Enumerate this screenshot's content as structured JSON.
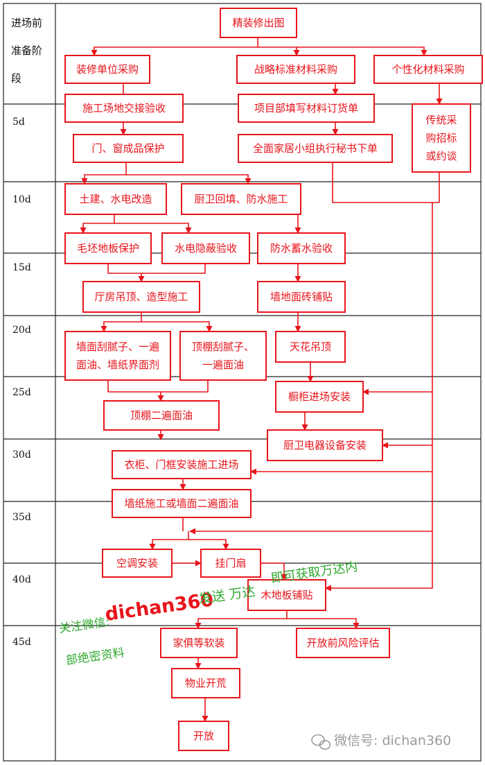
{
  "stages": [
    {
      "id": "prep",
      "label_lines": [
        "进场前",
        "准备阶",
        "段"
      ]
    },
    {
      "id": "d5",
      "label": "5d"
    },
    {
      "id": "d10",
      "label": "10d"
    },
    {
      "id": "d15",
      "label": "15d"
    },
    {
      "id": "d20",
      "label": "20d"
    },
    {
      "id": "d25",
      "label": "25d"
    },
    {
      "id": "d30",
      "label": "30d"
    },
    {
      "id": "d35",
      "label": "35d"
    },
    {
      "id": "d40",
      "label": "40d"
    },
    {
      "id": "d45",
      "label": "45d"
    }
  ],
  "nodes": {
    "n1": [
      "精装修出图"
    ],
    "n2": [
      "装修单位采购"
    ],
    "n3": [
      "战略标准材料采购"
    ],
    "n4": [
      "个性化材料采购"
    ],
    "n5": [
      "施工场地交接验收"
    ],
    "n6": [
      "项目部填写材料订货单"
    ],
    "n7": [
      "传统采",
      "购招标",
      "或约谈"
    ],
    "n8": [
      "门、窗成品保护"
    ],
    "n9": [
      "全面家居小组执行秘书下单"
    ],
    "n10": [
      "土建、水电改造"
    ],
    "n11": [
      "厨卫回填、防水施工"
    ],
    "n12": [
      "毛坯地板保护"
    ],
    "n13": [
      "水电隐蔽验收"
    ],
    "n14": [
      "防水蓄水验收"
    ],
    "n15": [
      "厅房吊顶、造型施工"
    ],
    "n16": [
      "墙地面砖铺贴"
    ],
    "n17": [
      "墙面刮腻子、一遍",
      "面油、墙纸界面剂"
    ],
    "n18": [
      "顶棚刮腻子、",
      "一遍面油"
    ],
    "n19": [
      "天花吊顶"
    ],
    "n20": [
      "橱柜进场安装"
    ],
    "n21": [
      "顶棚二遍面油"
    ],
    "n22": [
      "厨卫电器设备安装"
    ],
    "n23": [
      "衣柜、门框安装施工进场"
    ],
    "n24": [
      "墙纸施工或墙面二遍面油"
    ],
    "n25": [
      "空调安装"
    ],
    "n26": [
      "挂门扇"
    ],
    "n27": [
      "木地板铺贴"
    ],
    "n28": [
      "家俱等软装"
    ],
    "n29": [
      "开放前风险评估"
    ],
    "n30": [
      "物业开荒"
    ],
    "n31": [
      "开放"
    ]
  },
  "watermarks": {
    "follow": "关注微信:",
    "account": "dichan360",
    "send": "发送 万达",
    "obtain": "即可获取万达内",
    "secret": "部绝密资料",
    "corner": "微信号: dichan360"
  },
  "colors": {
    "accent": "#e8141b",
    "watermark_green": "#2fa82f",
    "watermark_gray": "#9a9a9a"
  }
}
